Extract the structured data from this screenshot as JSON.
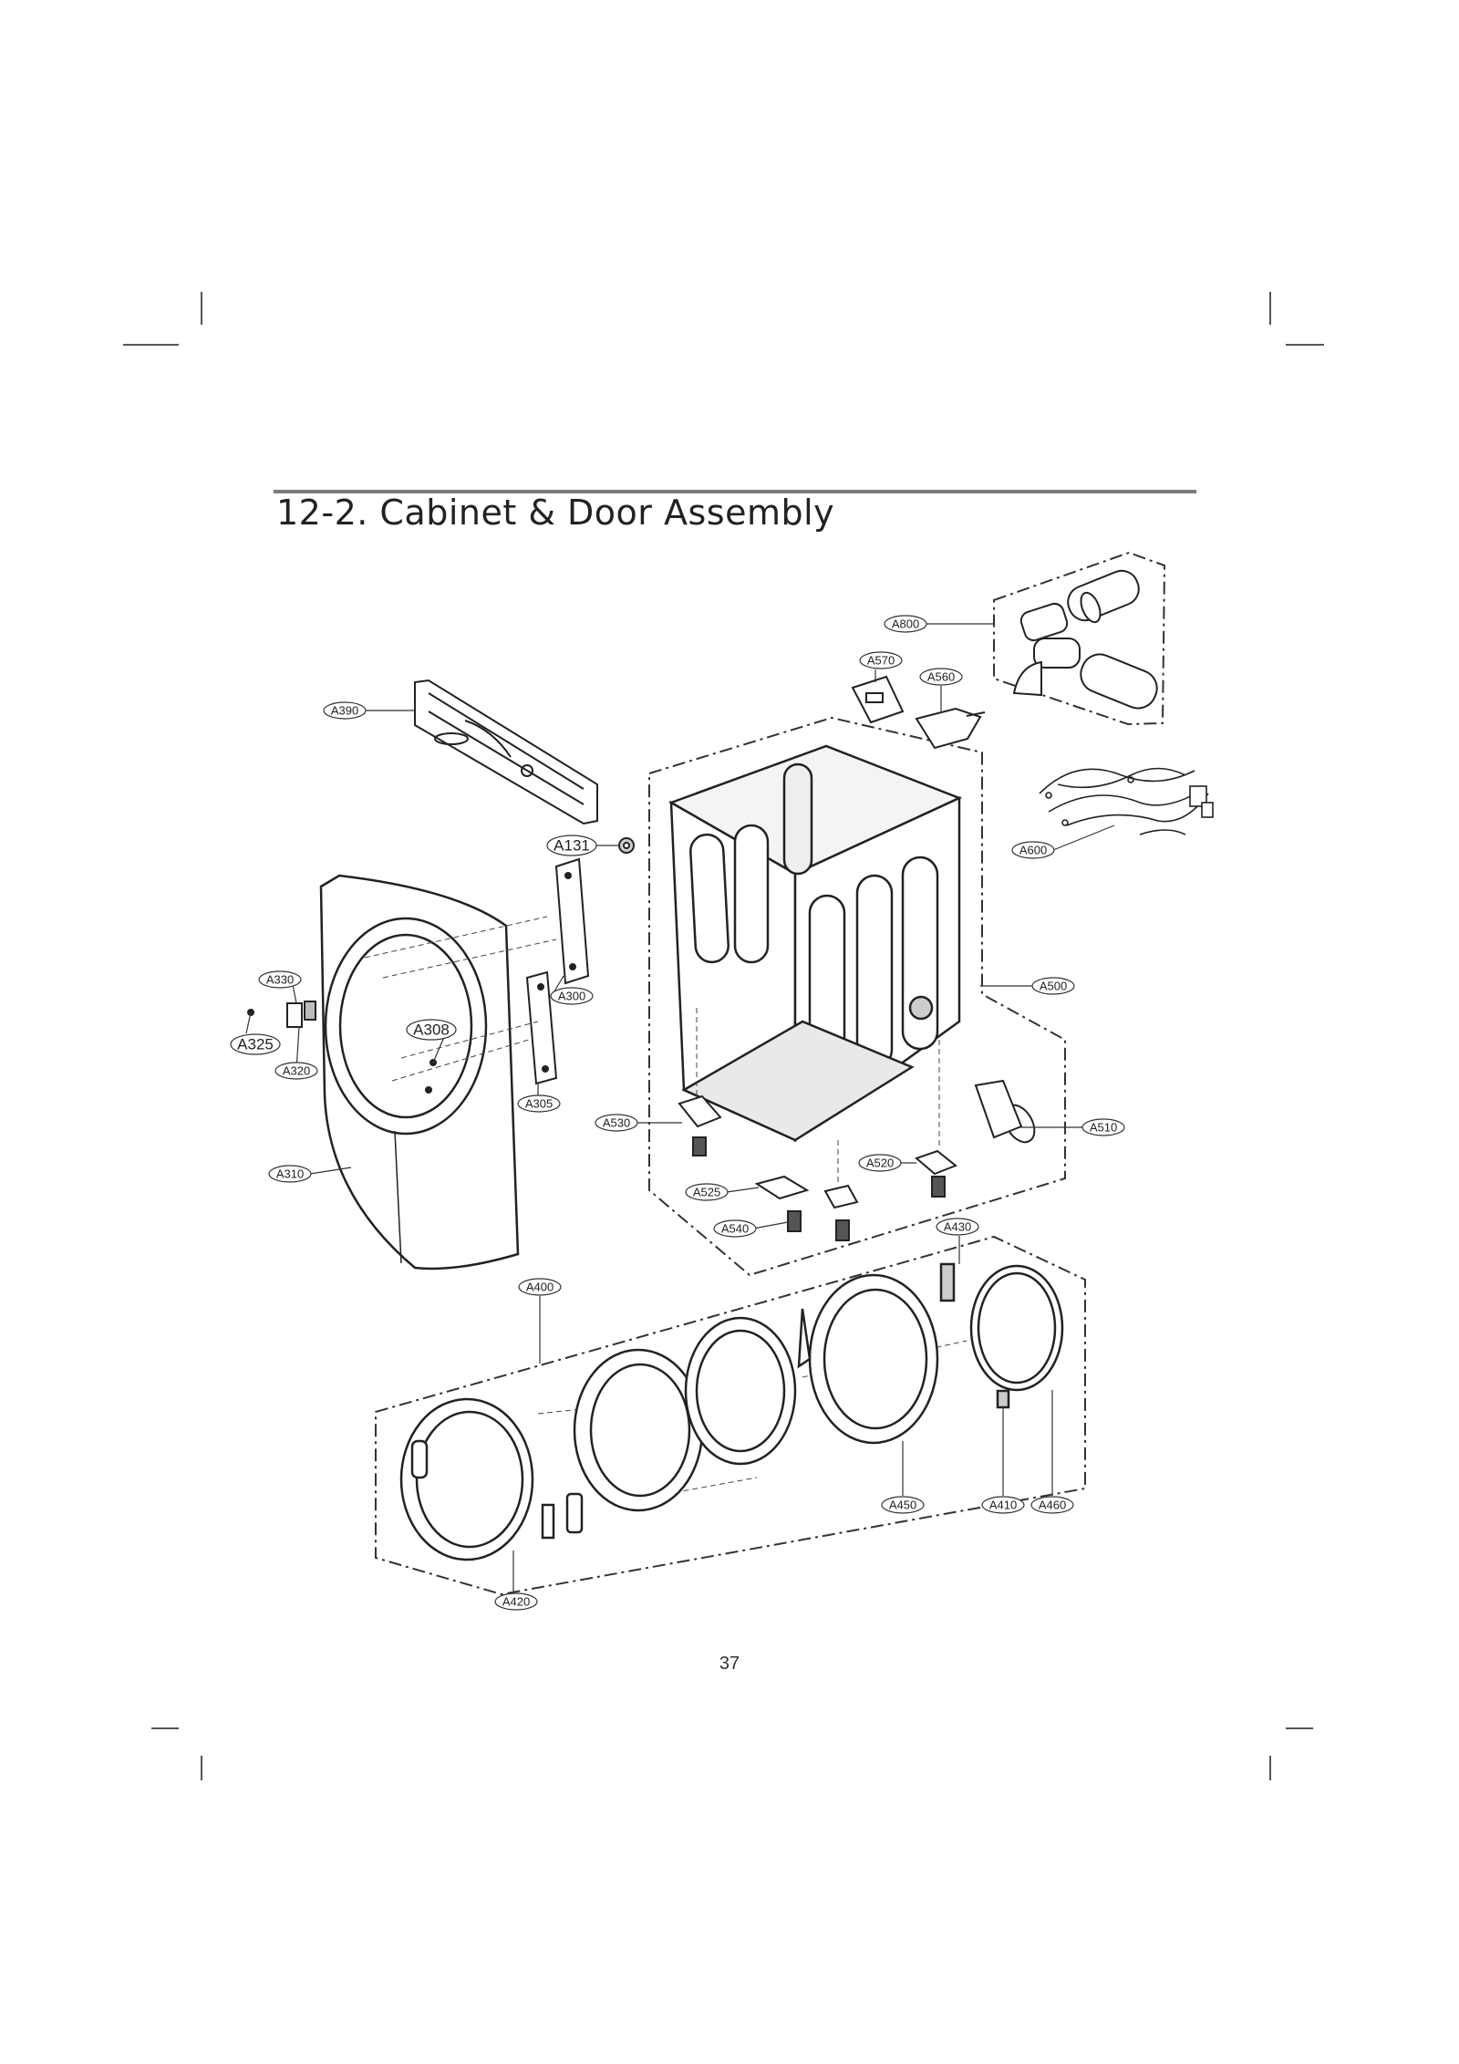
{
  "page": {
    "title": "12-2. Cabinet & Door Assembly",
    "page_number": "37"
  },
  "parts": {
    "A800": "A800",
    "A570": "A570",
    "A560": "A560",
    "A390": "A390",
    "A600": "A600",
    "A131": "A131",
    "A330": "A330",
    "A300": "A300",
    "A500": "A500",
    "A308": "A308",
    "A325": "A325",
    "A320": "A320",
    "A305": "A305",
    "A530": "A530",
    "A510": "A510",
    "A310": "A310",
    "A520": "A520",
    "A525": "A525",
    "A540": "A540",
    "A430": "A430",
    "A400": "A400",
    "A450": "A450",
    "A410": "A410",
    "A460": "A460",
    "A420": "A420"
  }
}
